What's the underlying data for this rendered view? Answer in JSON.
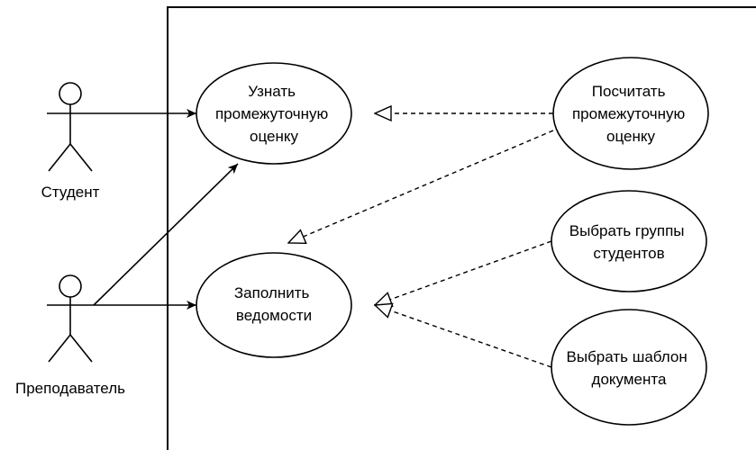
{
  "actors": {
    "student": {
      "label": "Студент"
    },
    "teacher": {
      "label": "Преподаватель"
    }
  },
  "use_cases": {
    "learn_grade": {
      "lines": [
        "Узнать",
        "промежуточную",
        "оценку"
      ]
    },
    "compute_grade": {
      "lines": [
        "Посчитать",
        "промежуточную",
        "оценку"
      ]
    },
    "fill_sheets": {
      "lines": [
        "Заполнить",
        "ведомости"
      ]
    },
    "choose_groups": {
      "lines": [
        "Выбрать группы",
        "студентов"
      ]
    },
    "choose_template": {
      "lines": [
        "Выбрать шаблон",
        "документа"
      ]
    }
  }
}
